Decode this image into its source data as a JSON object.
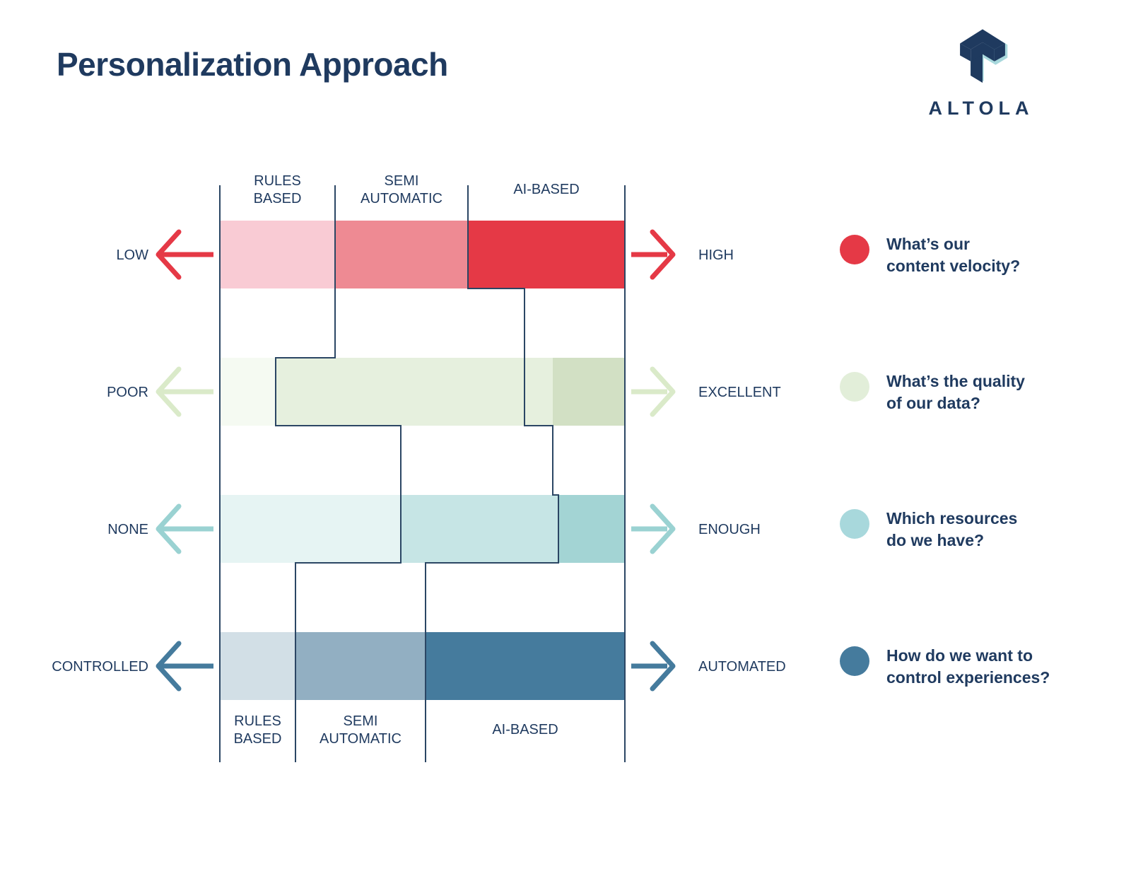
{
  "page": {
    "title": "Personalization Approach",
    "background": "#FFFFFF",
    "text_color": "#1F3A5F"
  },
  "logo": {
    "wordmark": "ALTOLA",
    "mark_name": "altola-arrow-mark",
    "dark_color": "#1F3A5F",
    "light_color": "#A8D8DC"
  },
  "chart_data": {
    "type": "heatmap",
    "title": "Personalization Approach",
    "columns": [
      "RULES\nBASED",
      "SEMI\nAUTOMATIC",
      "AI-BASED"
    ],
    "column_headers_top": [
      "RULES\nBASED",
      "SEMI\nAUTOMATIC",
      "AI-BASED"
    ],
    "column_headers_bottom": [
      "RULES\nBASED",
      "SEMI\nAUTOMATIC",
      "AI-BASED"
    ],
    "grid": false,
    "legend_position": "right",
    "rows": [
      {
        "id": "content-velocity",
        "left_label": "LOW",
        "right_label": "HIGH",
        "question": "What’s our\ncontent velocity?",
        "accent": "#E53946",
        "shades": [
          "#F9CBD4",
          "#EE8A93",
          "#E53946"
        ],
        "boundaries_pct": [
          32.0,
          61.3
        ]
      },
      {
        "id": "data-quality",
        "left_label": "POOR",
        "right_label": "EXCELLENT",
        "question": "What’s the quality\nof our data?",
        "accent": "#E2EED9",
        "shades": [
          "#F5FAF2",
          "#E6F0DE",
          "#D2E0C4"
        ],
        "boundaries_pct": [
          13.8,
          82.2
        ]
      },
      {
        "id": "resources",
        "left_label": "NONE",
        "right_label": "ENOUGH",
        "question": "Which resources\ndo we have?",
        "accent": "#A8D8DC",
        "shades": [
          "#E6F4F3",
          "#C6E5E5",
          "#A3D4D4"
        ],
        "boundaries_pct": [
          44.7,
          83.6
        ]
      },
      {
        "id": "control",
        "left_label": "CONTROLLED",
        "right_label": "AUTOMATED",
        "question": "How do we want to\ncontrol experiences?",
        "accent": "#457B9D",
        "shades": [
          "#D2DFE6",
          "#92AFC2",
          "#457B9D"
        ],
        "boundaries_pct": [
          18.7,
          50.8
        ]
      }
    ]
  },
  "legend": {
    "items": [
      {
        "color": "#E53946",
        "text": "What’s our\ncontent velocity?"
      },
      {
        "color": "#E2EED9",
        "text": "What’s the quality\nof our data?"
      },
      {
        "color": "#A8D8DC",
        "text": "Which resources\ndo we have?"
      },
      {
        "color": "#457B9D",
        "text": "How do we want to\ncontrol experiences?"
      }
    ]
  }
}
